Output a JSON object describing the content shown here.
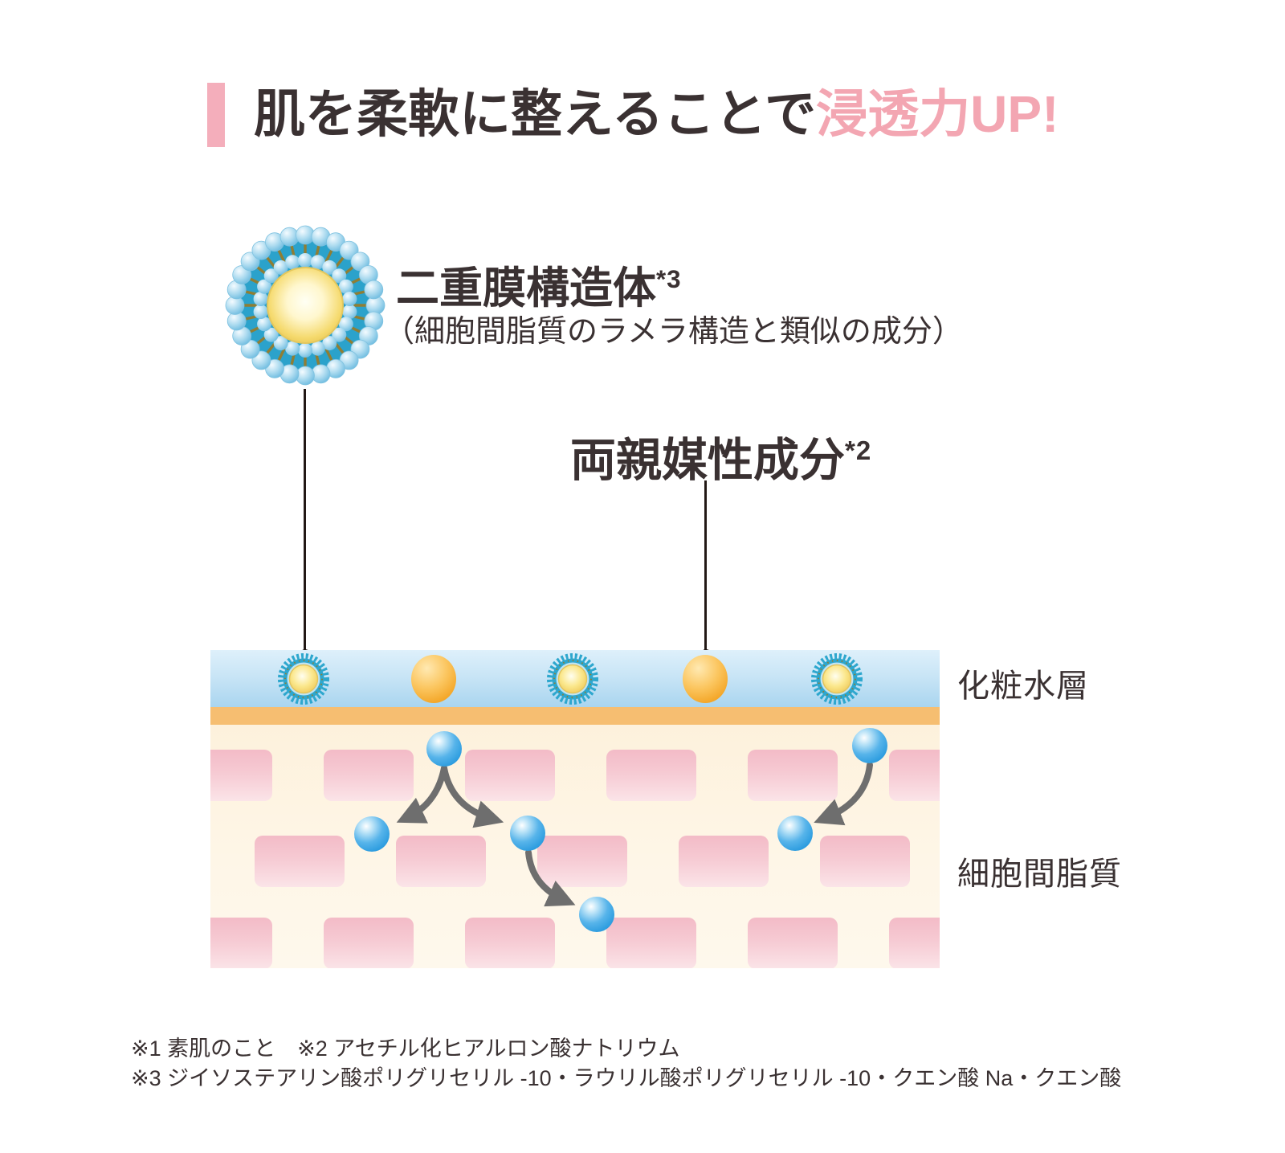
{
  "title": {
    "black": "肌を柔軟に整えることで",
    "pink": "浸透力UP!"
  },
  "annotations": {
    "bilayer": {
      "name": "二重膜構造体",
      "note_ref": "*3",
      "description": "（細胞間脂質のラメラ構造と類似の成分）"
    },
    "amphiphilic": {
      "name": "両親媒性成分",
      "note_ref": "*2"
    }
  },
  "layer_labels": {
    "lotion": "化粧水層",
    "lipids": "細胞間脂質"
  },
  "footnotes": {
    "line1": "※1 素肌のこと　※2 アセチル化ヒアルロン酸ナトリウム",
    "line2": "※3 ジイソステアリン酸ポリグリセリル -10・ラウリル酸ポリグリセリル -10・クエン酸 Na・クエン酸"
  },
  "icons": {
    "liposome": "liposome-bilayer-particle-icon",
    "amphiphilic_sphere": "amphiphilic-component-sphere-icon",
    "molecule": "penetrating-molecule-icon"
  },
  "colors": {
    "accent_bar": "#F4AEBB",
    "accent_pink_text": "#F3A6B2",
    "text_dark": "#3A3132",
    "lotion_blue_top": "#DEF0FB",
    "lotion_blue_bottom": "#A9D5EF",
    "surface_orange": "#F6BE71",
    "lipid_cream": "#FDF1DC",
    "brick_pink": "#F3BBC7",
    "molecule_blue": "#2598DD",
    "sphere_orange": "#F2A01D",
    "liposome_teal": "#2EA7CE",
    "arrow_gray": "#6E6E6E",
    "leader_black": "#221815"
  }
}
